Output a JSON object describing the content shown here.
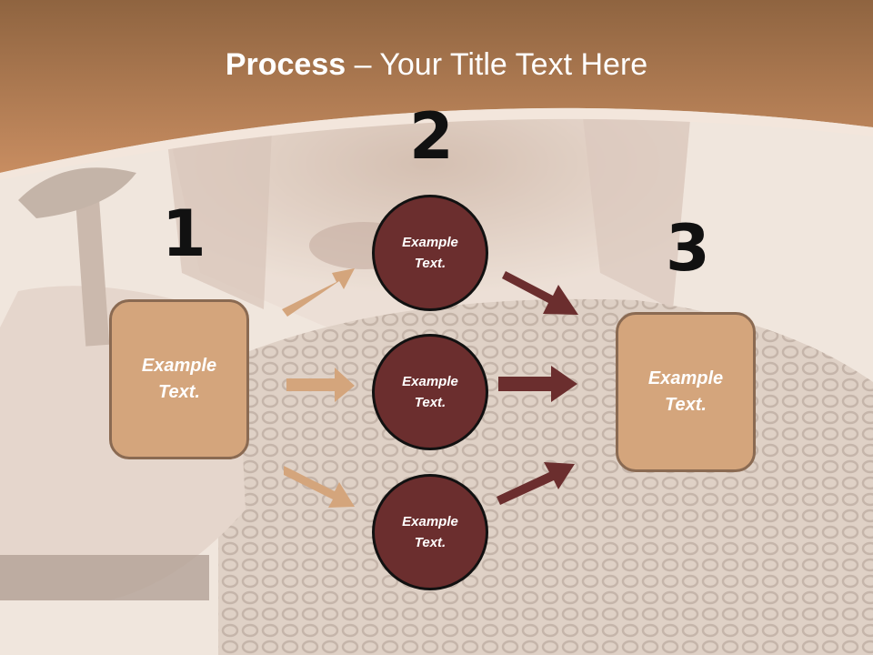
{
  "slide": {
    "title_bold": "Process",
    "title_rest": " – Your Title Text Here",
    "step_numbers": [
      "1",
      "2",
      "3"
    ],
    "left_box": "Example Text.",
    "right_box": "Example Text.",
    "circles": [
      "Example Text.",
      "Example Text.",
      "Example Text."
    ]
  },
  "colors": {
    "header_brown": "#b07a53",
    "box_fill": "#d4a57c",
    "circle_fill": "#6b2e2e",
    "arrow_light": "#d4a57c",
    "arrow_dark": "#6b2e2e"
  }
}
